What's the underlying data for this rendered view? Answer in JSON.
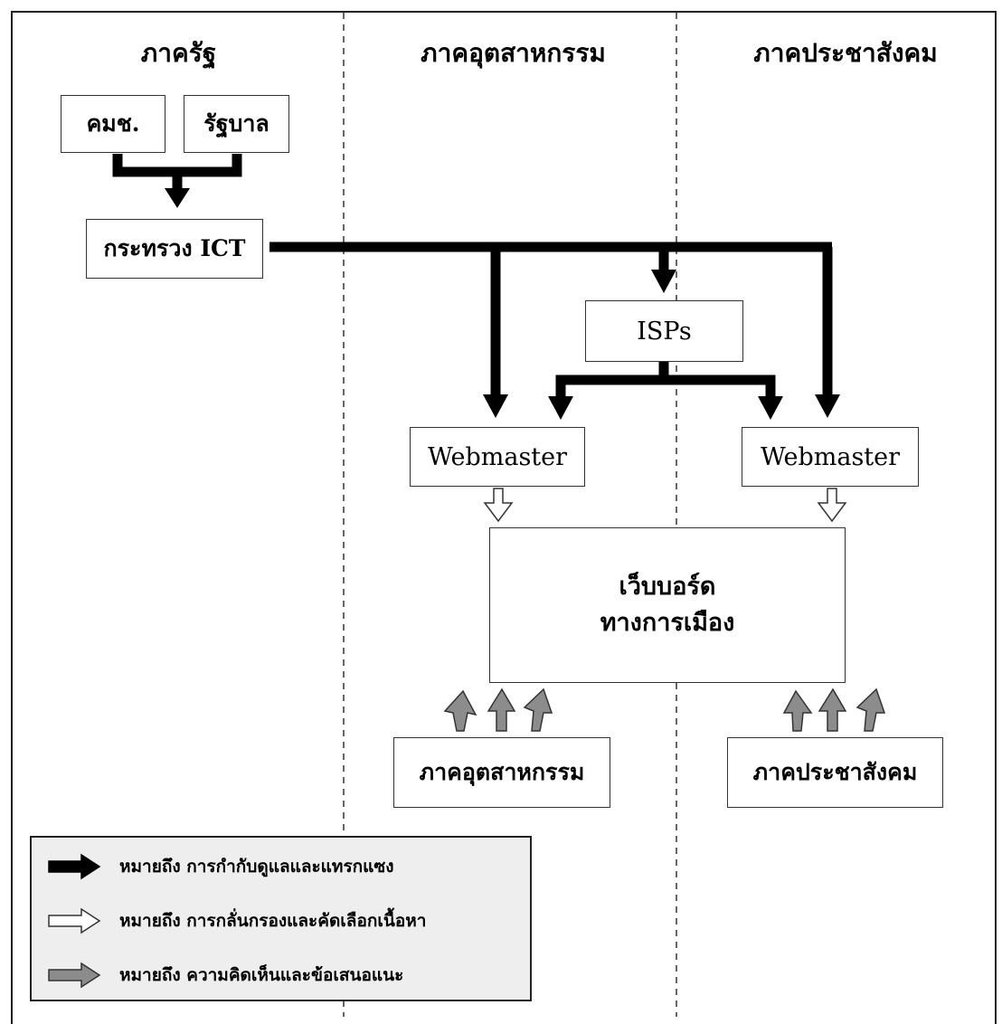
{
  "columns": {
    "state": "ภาครัฐ",
    "industry": "ภาคอุตสาหกรรม",
    "civil": "ภาคประชาสังคม"
  },
  "boxes": {
    "nsc": "คมช.",
    "government": "รัฐบาล",
    "ministry_ict": "กระทรวง ICT",
    "isps": "ISPs",
    "webmaster_industry": "Webmaster",
    "webmaster_civil": "Webmaster",
    "webboard_line1": "เว็บบอร์ด",
    "webboard_line2": "ทางการเมือง",
    "industry_bottom": "ภาคอุตสาหกรรม",
    "civil_bottom": "ภาคประชาสังคม"
  },
  "legend": {
    "items": [
      {
        "arrow": "black-arrow-icon",
        "text": "หมายถึง  การกำกับดูแลและแทรกแซง"
      },
      {
        "arrow": "white-arrow-icon",
        "text": "หมายถึง  การกลั่นกรองและคัดเลือกเนื้อหา"
      },
      {
        "arrow": "gray-arrow-icon",
        "text": "หมายถึง  ความคิดเห็นและข้อเสนอแนะ"
      }
    ]
  },
  "colors": {
    "control": "#000000",
    "filter": "#ffffff",
    "feedback": "#8c8c8c",
    "legend_bg": "#eeeeee"
  }
}
